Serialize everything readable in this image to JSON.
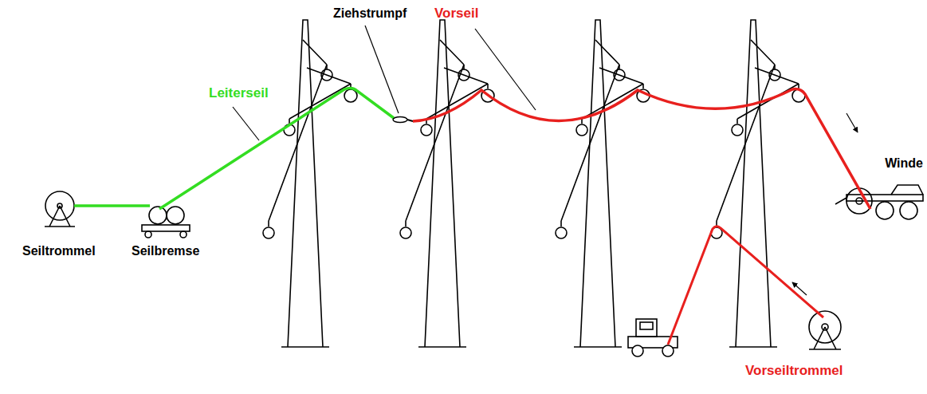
{
  "diagram": {
    "labels": [
      "Leiterseil",
      "Ziehstrumpf",
      "Vorseil",
      "Winde",
      "Seiltrommel",
      "Seilbremse",
      "Vorseiltrommel"
    ]
  }
}
